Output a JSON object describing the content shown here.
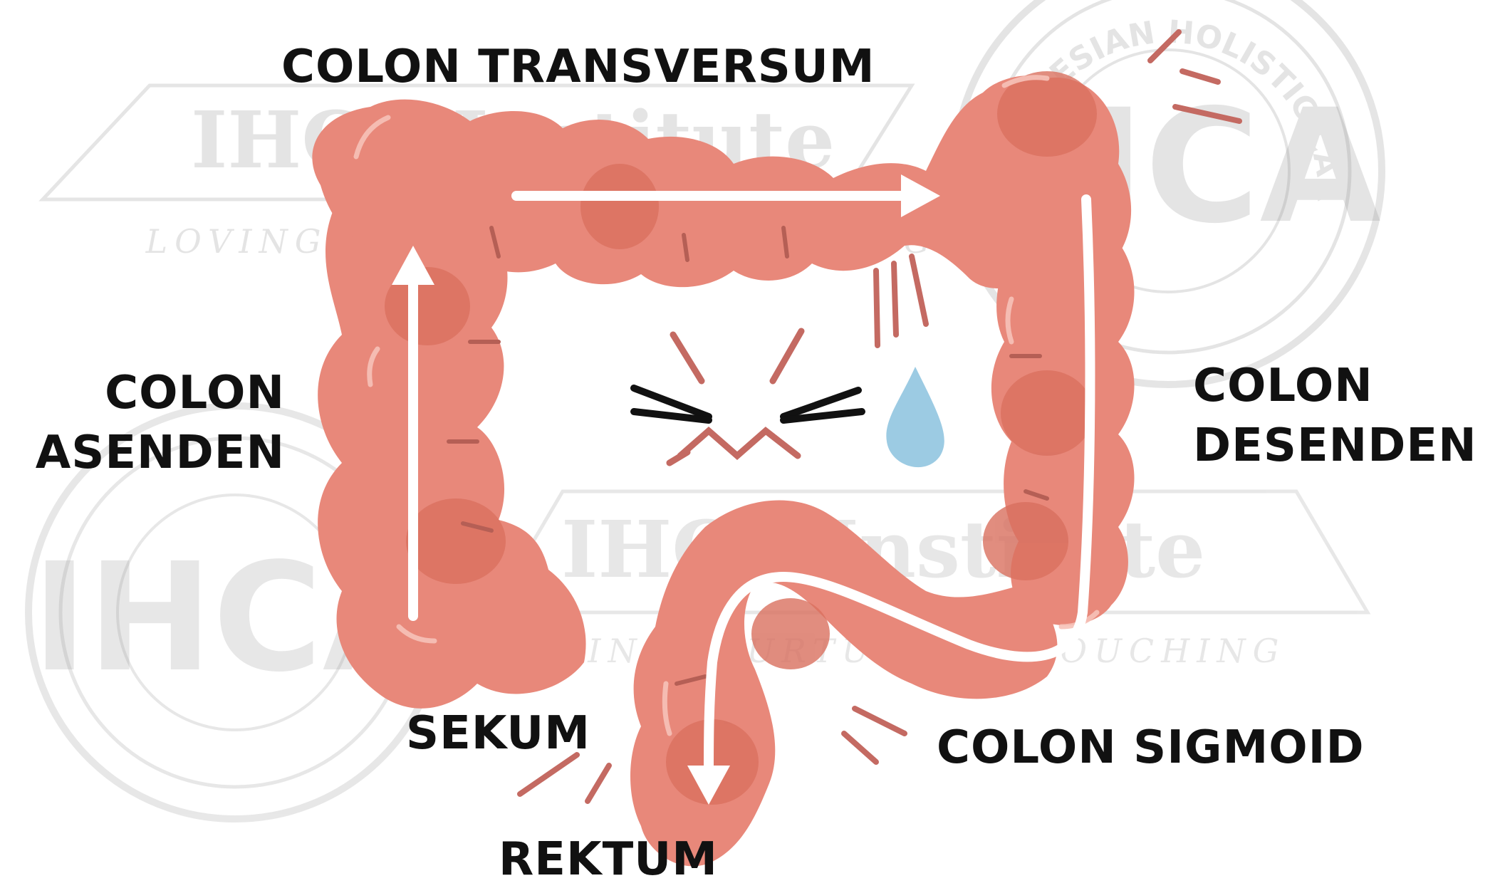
{
  "labels": {
    "transversum": "COLON TRANSVERSUM",
    "asenden": [
      "COLON",
      "ASENDEN"
    ],
    "desenden": [
      "COLON",
      "DESENDEN"
    ],
    "sekum": "SEKUM",
    "sigmoid": "COLON SIGMOID",
    "rektum": "REKTUM"
  },
  "watermark": {
    "banner_title": "IHCA Institute",
    "banner_tagline": "LOVING, NURTURING, TOUCHING",
    "seal_letters": "IHCA",
    "seal_ring": "INDONESIAN HOLISTIC CARE ASSOCIATION"
  },
  "colors": {
    "colon_body": "#E8887A",
    "colon_shade": "#D9705F",
    "colon_dark": "#C2655A",
    "highlight": "#F6C2B8",
    "arrow": "#FFFFFF",
    "sweat_drop": "#9CCBE3",
    "watermark": "#9a9a9a"
  }
}
